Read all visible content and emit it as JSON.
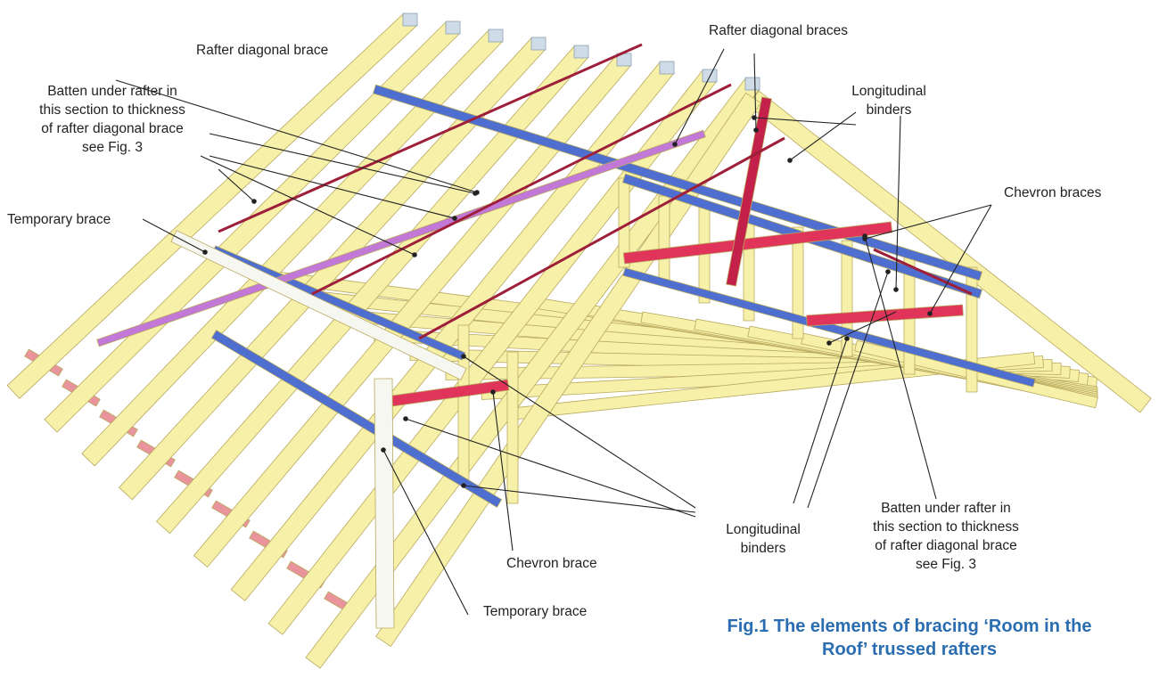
{
  "labels": {
    "rafter_diagonal_brace": "Rafter diagonal brace",
    "rafter_diagonal_braces": "Rafter diagonal braces",
    "batten_left": [
      "Batten under rafter in",
      "this section to thickness",
      "of rafter diagonal brace",
      "see Fig. 3"
    ],
    "longitudinal_binders_top": [
      "Longitudinal",
      "binders"
    ],
    "chevron_braces": "Chevron braces",
    "temporary_brace_left": "Temporary brace",
    "longitudinal_binders_bottom": [
      "Longitudinal",
      "binders"
    ],
    "batten_right": [
      "Batten under rafter in",
      "this section to thickness",
      "of rafter diagonal brace",
      "see Fig. 3"
    ],
    "chevron_brace": "Chevron brace",
    "temporary_brace_bottom": "Temporary brace"
  },
  "caption": [
    "Fig.1 The elements of bracing ‘Room in the",
    "Roof’ trussed rafters"
  ],
  "colors": {
    "timber": "#f6f0a8",
    "timber_edge": "#b9a95e",
    "binder_blue": "#4f6fd0",
    "brace_red": "#e0345a",
    "brace_purple": "#c278d6",
    "rafter_brace": "#9e1f3a",
    "plate": "#cfdbe6",
    "leader": "#222222",
    "caption": "#2a6db0"
  }
}
